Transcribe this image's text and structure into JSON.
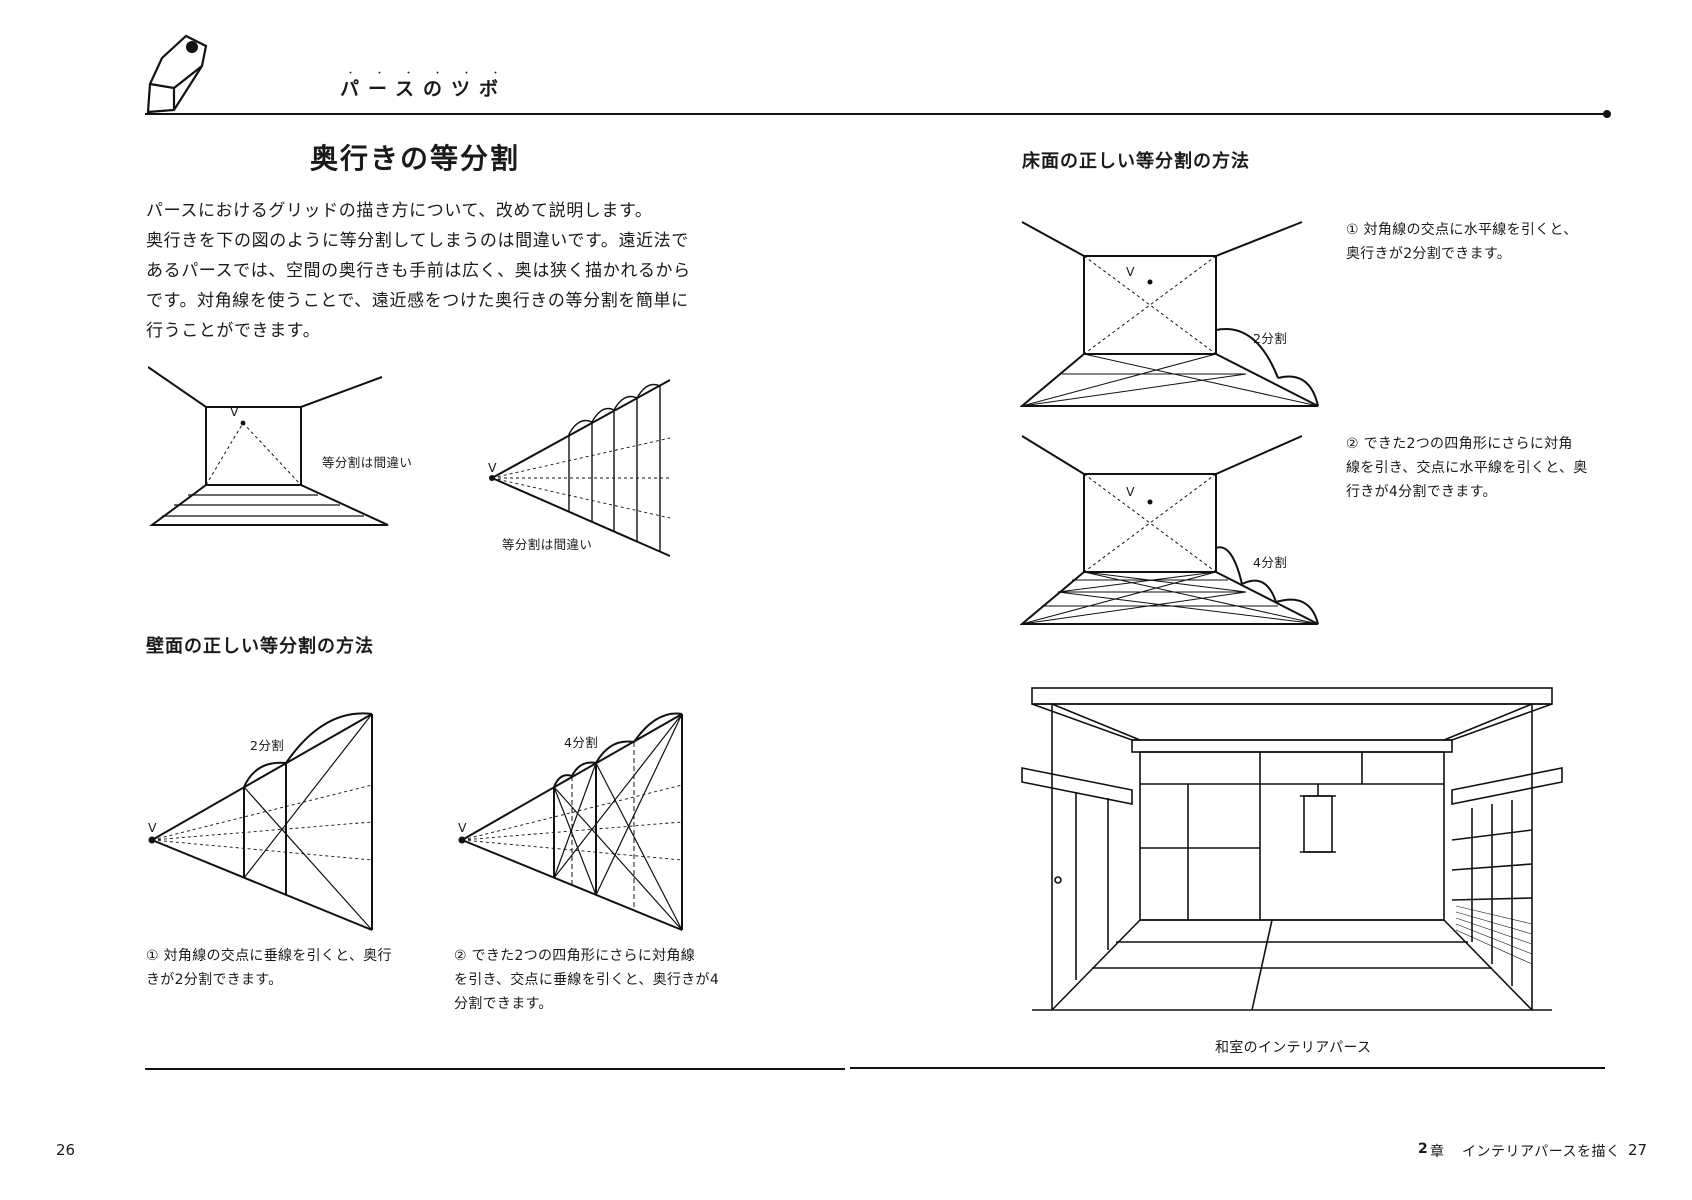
{
  "header": {
    "label": "パースのツボ",
    "emphasis_dots": "・・・・・・"
  },
  "left": {
    "title": "奥行きの等分割",
    "body_lines": [
      "パースにおけるグリッドの描き方について、改めて説明します。",
      "奥行きを下の図のように等分割してしまうのは間違いです。遠近法で",
      "あるパースでは、空間の奥行きも手前は広く、奥は狭く描かれるから",
      "です。対角線を使うことで、遠近感をつけた奥行きの等分割を簡単に",
      "行うことができます。"
    ],
    "fig_wrong_floor": {
      "v_label": "V",
      "note": "等分割は間違い"
    },
    "fig_wrong_wall": {
      "v_label": "V",
      "note": "等分割は間違い"
    },
    "wall_section": {
      "heading": "壁面の正しい等分割の方法",
      "fig1": {
        "v_label": "V",
        "label": "2分割"
      },
      "fig2": {
        "v_label": "V",
        "label": "4分割"
      },
      "caption1": [
        "① 対角線の交点に垂線を引くと、奥行",
        "きが2分割できます。"
      ],
      "caption2": [
        "② できた2つの四角形にさらに対角線",
        "を引き、交点に垂線を引くと、奥行きが4",
        "分割できます。"
      ]
    }
  },
  "right": {
    "floor_section": {
      "heading": "床面の正しい等分割の方法",
      "fig1": {
        "v_label": "V",
        "label": "2分割"
      },
      "fig2": {
        "v_label": "V",
        "label": "4分割"
      },
      "caption1": [
        "① 対角線の交点に水平線を引くと、",
        "奥行きが2分割できます。"
      ],
      "caption2": [
        "② できた2つの四角形にさらに対角",
        "線を引き、交点に水平線を引くと、奥",
        "行きが4分割できます。"
      ]
    },
    "illustration_caption": "和室のインテリアパース"
  },
  "footer": {
    "left_page": "26",
    "chapter_num": "2",
    "chapter_word": "章",
    "chapter_title": "インテリアパースを描く",
    "right_page": "27"
  }
}
